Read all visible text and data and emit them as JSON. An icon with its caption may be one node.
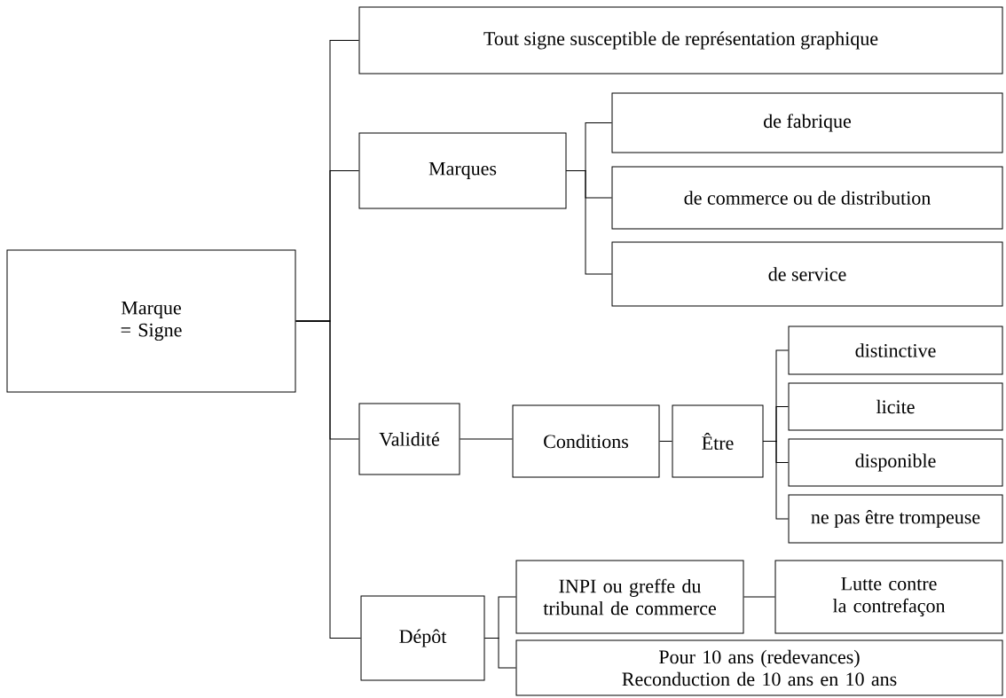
{
  "diagram": {
    "nodes": [
      {
        "text": [
          "Marque = Signe"
        ]
      },
      {
        "text": [
          "Tout signe susceptible de représentation graphique"
        ]
      },
      {
        "text": [
          "Marques"
        ]
      },
      {
        "text": [
          "de fabrique"
        ]
      },
      {
        "text": [
          "de commerce ou de distribution"
        ]
      },
      {
        "text": [
          "de service"
        ]
      },
      {
        "text": [
          "Validité"
        ]
      },
      {
        "text": [
          "Conditions"
        ]
      },
      {
        "text": [
          "Être"
        ]
      },
      {
        "text": [
          "distinctive"
        ]
      },
      {
        "text": [
          "licite"
        ]
      },
      {
        "text": [
          "disponible"
        ]
      },
      {
        "text": [
          "ne pas être trompeuse"
        ]
      },
      {
        "text": [
          "Dépôt"
        ]
      },
      {
        "text": [
          "INPI ou greffe du tribunal de commerce"
        ]
      },
      {
        "text": [
          "Lutte contre la contrefaçon"
        ]
      },
      {
        "text": [
          "Pour 10 ans (redevances) Reconduction de 10 ans en 10 ans"
        ]
      }
    ],
    "edges": [
      {
        "from": 0,
        "to": 1,
        "arrow": "none"
      },
      {
        "from": 0,
        "to": 2,
        "arrow": "none"
      },
      {
        "from": 0,
        "to": 6,
        "arrow": "none"
      },
      {
        "from": 0,
        "to": 13,
        "arrow": "none"
      },
      {
        "from": 2,
        "to": 3,
        "arrow": "none"
      },
      {
        "from": 2,
        "to": 4,
        "arrow": "none"
      },
      {
        "from": 2,
        "to": 5,
        "arrow": "none"
      },
      {
        "from": 6,
        "to": 7,
        "arrow": "none"
      },
      {
        "from": 7,
        "to": 8,
        "arrow": "none"
      },
      {
        "from": 8,
        "to": 9,
        "arrow": "none"
      },
      {
        "from": 8,
        "to": 10,
        "arrow": "none"
      },
      {
        "from": 8,
        "to": 11,
        "arrow": "none"
      },
      {
        "from": 8,
        "to": 12,
        "arrow": "none"
      },
      {
        "from": 13,
        "to": 14,
        "arrow": "none"
      },
      {
        "from": 13,
        "to": 16,
        "arrow": "none"
      },
      {
        "from": 14,
        "to": 15,
        "arrow": "none"
      }
    ]
  }
}
